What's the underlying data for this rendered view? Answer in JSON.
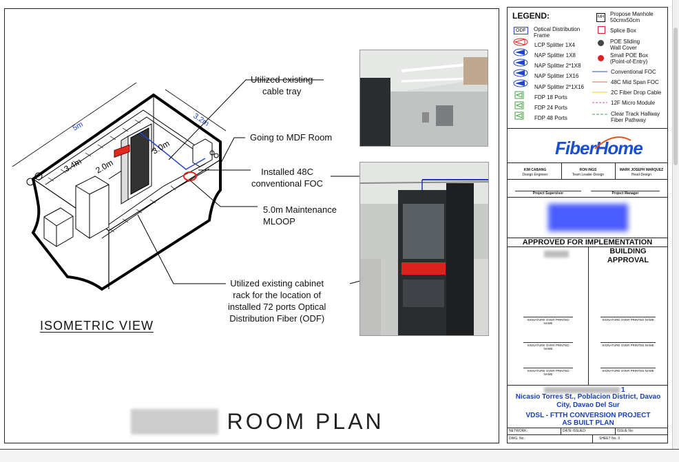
{
  "drawing": {
    "iso_label": "ISOMETRIC VIEW",
    "room_title_visible": "ROOM PLAN",
    "dimensions": {
      "length": "5m",
      "width": "3.2m",
      "tray_a": "3.4m",
      "tray_b": "2.0m",
      "tray_c": "3.0m"
    },
    "callouts": {
      "cable_tray": [
        "Utilized existing",
        "cable tray"
      ],
      "mdf": "Going to MDF Room",
      "foc": [
        "Installed 48C",
        "conventional FOC"
      ],
      "mloop": [
        "5.0m Maintenance",
        "MLOOP"
      ],
      "cabinet": [
        "Utilized existing cabinet",
        "rack for the location of",
        "installed 72 ports Optical",
        "Distribution Fiber (ODF)"
      ]
    }
  },
  "legend": {
    "title": "LEGEND:",
    "left_items": [
      {
        "icon": "odf-box-icon",
        "label": "Optical Distribution Frame",
        "symbol": "ODF"
      },
      {
        "icon": "lcp-splitter-icon",
        "label": "LCP Splitter 1X4"
      },
      {
        "icon": "nap-splitter-icon",
        "label": "NAP Splitter 1X8"
      },
      {
        "icon": "nap-splitter-icon",
        "label": "NAP Splitter 2*1X8"
      },
      {
        "icon": "nap-splitter-icon",
        "label": "NAP Splitter 1X16"
      },
      {
        "icon": "nap-splitter-icon",
        "label": "NAP Splitter 2*1X16"
      },
      {
        "icon": "fdp-icon",
        "label": "FDP 18 Ports"
      },
      {
        "icon": "fdp-icon",
        "label": "FDP 24 Ports"
      },
      {
        "icon": "fdp-icon",
        "label": "FDP 48 Ports"
      }
    ],
    "right_items": [
      {
        "icon": "manhole-icon",
        "label": "Propose Manhole 50cmx50cm",
        "symbol": "MH"
      },
      {
        "icon": "splice-box-icon",
        "label": "Splice Box"
      },
      {
        "icon": "poe-sliding-icon",
        "label": "POE Sliding Wall Cover"
      },
      {
        "icon": "small-poe-box-icon",
        "label": "Small POE Box (Point-of-Entry)"
      },
      {
        "icon": "line-icon",
        "label": "Conventional FOC",
        "color": "#2244cc"
      },
      {
        "icon": "line-icon",
        "label": "48C Mid Span FOC",
        "color": "#e06a2a"
      },
      {
        "icon": "line-icon",
        "label": "2C Fiber Drop Cable",
        "color": "#f0d020"
      },
      {
        "icon": "line-icon",
        "label": "12F Micro Module",
        "color": "#e040c0"
      },
      {
        "icon": "line-icon",
        "label": "Clear Track Hallway Fiber Pathway",
        "color": "#40a060"
      }
    ]
  },
  "brand": {
    "logo": "FiberHome",
    "color": "#1a4fd0"
  },
  "signatories": [
    {
      "name": "KIM CABANG",
      "role": "Design Engineer"
    },
    {
      "name": "RON INGS",
      "role": "Team Leader-Design"
    },
    {
      "name": "MARK JOSEPH MARQUEZ",
      "role": "Head-Design"
    }
  ],
  "supervisors": {
    "left": "Project Supervisor",
    "right": "Project Manager"
  },
  "approval": {
    "title": "APPROVED FOR IMPLEMENTATION",
    "building": "BUILDING APPROVAL",
    "sig_label": "SIGNATURE OVER PRINTED NAME"
  },
  "address": "Nicasio Torres St., Poblacion District, Davao City, Davao Del Sur",
  "address_prefix": "1",
  "project": {
    "line1": "VDSL - FTTH CONVERSION PROJECT",
    "line2": "AS BUILT PLAN"
  },
  "title_block": {
    "network": "NETWORK:",
    "date_issued": "DATE ISSUED:",
    "issue_no": "ISSUE No:",
    "dwg_no": "DWG. No.:",
    "sheet": "SHEET No. 3"
  }
}
